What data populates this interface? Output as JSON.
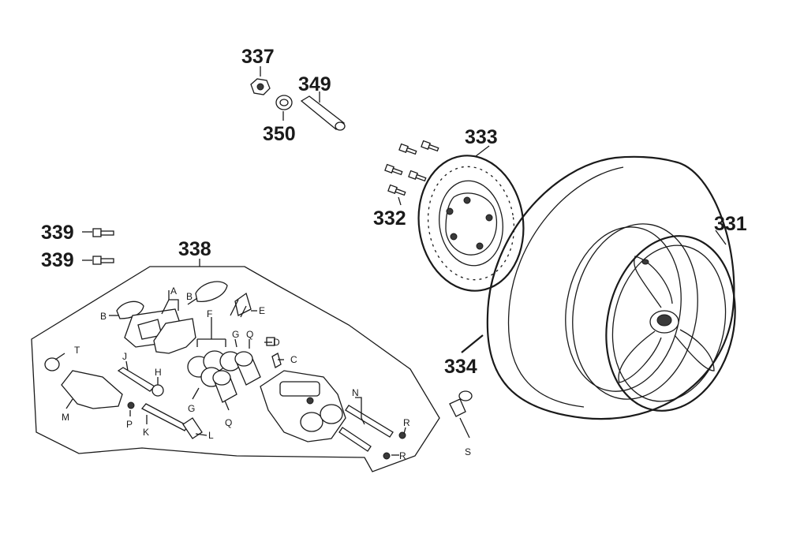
{
  "callouts": {
    "c331": "331",
    "c332": "332",
    "c333": "333",
    "c334": "334",
    "c337": "337",
    "c338": "338",
    "c339a": "339",
    "c339b": "339",
    "c349": "349",
    "c350": "350"
  },
  "letters": {
    "A": "A",
    "B1": "B",
    "B2": "B",
    "C": "C",
    "D": "D",
    "E": "E",
    "F": "F",
    "G1": "G",
    "G2": "G",
    "H": "H",
    "J": "J",
    "K": "K",
    "L": "L",
    "M": "M",
    "N": "N",
    "P": "P",
    "Q1": "Q",
    "Q2": "Q",
    "R1": "R",
    "R2": "R",
    "S": "S",
    "T": "T"
  },
  "colors": {
    "ink": "#1a1a1a",
    "paper": "#ffffff"
  }
}
